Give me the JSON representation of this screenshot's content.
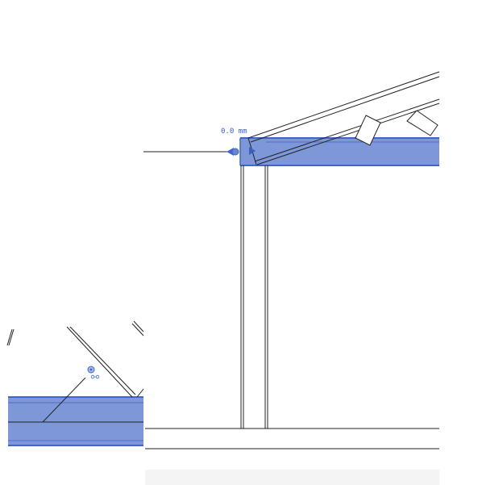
{
  "dimension": {
    "label": "0.0 mm"
  },
  "colors": {
    "selected_fill": "#7d97d8",
    "selected_edge": "#3f66c8",
    "selected_fill_dark": "#6a86cf",
    "line": "#222222",
    "dimension_text": "#3a5fbf",
    "background": "#ffffff",
    "status_strip": "#f4f4f4"
  },
  "icons": {
    "endpoint_grip": "filled-circle-grip",
    "arrow_grip": "triangle-grip",
    "elevation_tag": "pin-tag-icon"
  }
}
